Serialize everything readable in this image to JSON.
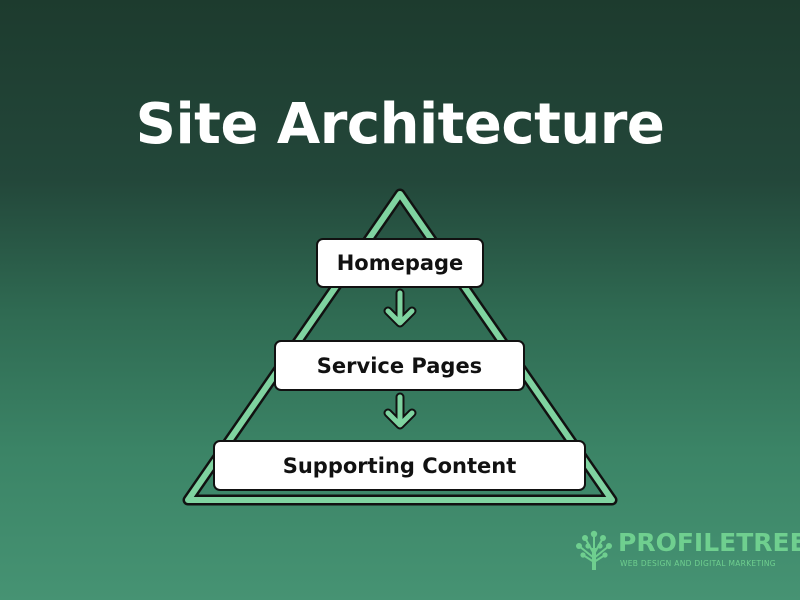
{
  "title": "Site Architecture",
  "levels": [
    {
      "label": "Homepage"
    },
    {
      "label": "Service Pages"
    },
    {
      "label": "Supporting Content"
    }
  ],
  "logo": {
    "name": "PROFILETREE",
    "tagline": "WEB DESIGN AND DIGITAL MARKETING"
  },
  "colors": {
    "background_top": "#1d3b2e",
    "background_bottom": "#469373",
    "accent": "#6fcf8f",
    "outline": "#111111",
    "box_fill": "#ffffff"
  },
  "icons": [
    "arrow-down-icon",
    "tree-icon"
  ]
}
